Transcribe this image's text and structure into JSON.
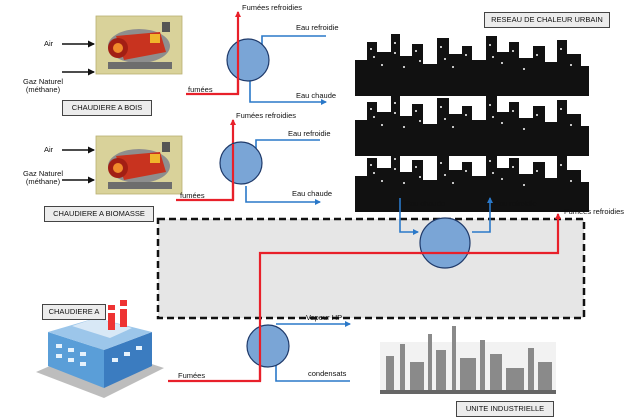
{
  "labels": {
    "air": "Air",
    "gaz_line1": "Gaz Naturel",
    "gaz_line2": "(méthane)",
    "fumees": "fumées",
    "fumees_cap": "Fumées",
    "fumees_refroidies": "Fumées refroidies",
    "eau_refroidie": "Eau refroidie",
    "eau_chaude": "Eau chaude",
    "vapeur_hp": "Vapeur HP",
    "condensats": "condensats"
  },
  "boxes": {
    "chaudiere_bois": "CHAUDIERE A BOIS",
    "chaudiere_biomasse": "CHAUDIERE A BIOMASSE",
    "chaudiere_a": "CHAUDIERE A",
    "reseau": "RESEAU DE CHALEUR URBAIN",
    "unite": "UNITE INDUSTRIELLE"
  },
  "colors": {
    "flue_gas": "#e8202a",
    "water": "#2a78c8",
    "exchanger_fill": "#7aa5d6",
    "exchanger_stroke": "#1f3a6a",
    "label_box": "#ececec",
    "dashed_zone": "#e6e6e6"
  },
  "icons": [
    "boiler-icon",
    "boiler-icon",
    "factory-icon",
    "city-skyline-icon",
    "refinery-icon"
  ]
}
